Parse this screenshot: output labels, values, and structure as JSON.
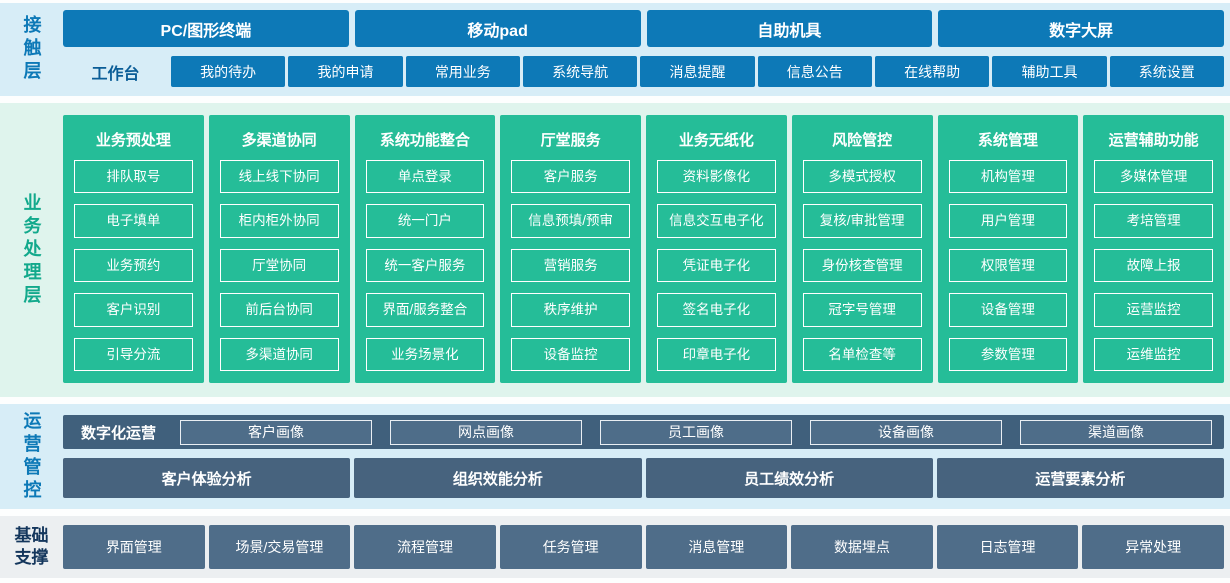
{
  "colors": {
    "blue": "#0d79b7",
    "blue-text": "#0a5d97",
    "teal": "#25bd98",
    "teal-text": "#12a98c",
    "slate-bar": "#40607c",
    "slate-box": "#4e6d89",
    "slate-button": "#47637e",
    "foundation-button": "#4f6d89",
    "bg-light-blue": "#d7edf7",
    "bg-light-green": "#dff4ed",
    "bg-light-gray": "#eceff1",
    "label-dark": "#14365c"
  },
  "contact": {
    "label": "接触层",
    "terminals": [
      "PC/图形终端",
      "移动pad",
      "自助机具",
      "数字大屏"
    ],
    "workbench_label": "工作台",
    "workbench_items": [
      "我的待办",
      "我的申请",
      "常用业务",
      "系统导航",
      "消息提醒",
      "信息公告",
      "在线帮助",
      "辅助工具",
      "系统设置"
    ]
  },
  "business": {
    "label": "业务处理层",
    "columns": [
      {
        "title": "业务预处理",
        "items": [
          "排队取号",
          "电子填单",
          "业务预约",
          "客户识别",
          "引导分流"
        ]
      },
      {
        "title": "多渠道协同",
        "items": [
          "线上线下协同",
          "柜内柜外协同",
          "厅堂协同",
          "前后台协同",
          "多渠道协同"
        ]
      },
      {
        "title": "系统功能整合",
        "items": [
          "单点登录",
          "统一门户",
          "统一客户服务",
          "界面/服务整合",
          "业务场景化"
        ]
      },
      {
        "title": "厅堂服务",
        "items": [
          "客户服务",
          "信息预填/预审",
          "营销服务",
          "秩序维护",
          "设备监控"
        ]
      },
      {
        "title": "业务无纸化",
        "items": [
          "资料影像化",
          "信息交互电子化",
          "凭证电子化",
          "签名电子化",
          "印章电子化"
        ]
      },
      {
        "title": "风险管控",
        "items": [
          "多模式授权",
          "复核/审批管理",
          "身份核查管理",
          "冠字号管理",
          "名单检查等"
        ]
      },
      {
        "title": "系统管理",
        "items": [
          "机构管理",
          "用户管理",
          "权限管理",
          "设备管理",
          "参数管理"
        ]
      },
      {
        "title": "运营辅助功能",
        "items": [
          "多媒体管理",
          "考培管理",
          "故障上报",
          "运营监控",
          "运维监控"
        ]
      }
    ]
  },
  "operations": {
    "label": "运营管控",
    "digital_label": "数字化运营",
    "profiles": [
      "客户画像",
      "网点画像",
      "员工画像",
      "设备画像",
      "渠道画像"
    ],
    "analyses": [
      "客户体验分析",
      "组织效能分析",
      "员工绩效分析",
      "运营要素分析"
    ]
  },
  "foundation": {
    "label": "基础支撑",
    "items": [
      "界面管理",
      "场景/交易管理",
      "流程管理",
      "任务管理",
      "消息管理",
      "数据埋点",
      "日志管理",
      "异常处理"
    ]
  }
}
